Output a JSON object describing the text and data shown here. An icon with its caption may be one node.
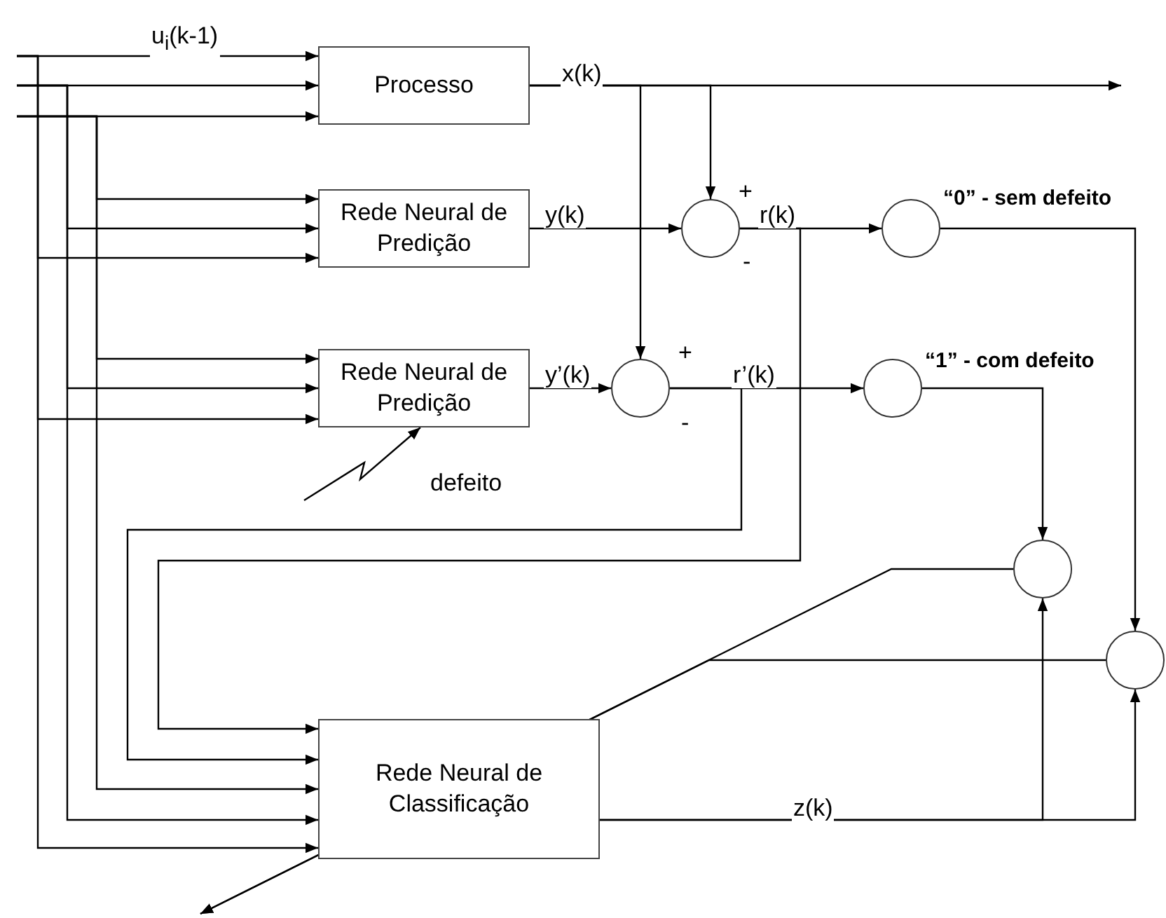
{
  "diagram": {
    "nodes": [
      {
        "text": [
          "Processo"
        ]
      },
      {
        "text": [
          "Rede Neural de Predição"
        ]
      },
      {
        "text": [],
        "shape": "circle"
      },
      {
        "text": [],
        "shape": "circle",
        "beside": [
          "“0” - sem defeito"
        ]
      },
      {
        "text": [
          "Rede Neural de Predição"
        ]
      },
      {
        "text": [],
        "shape": "circle"
      },
      {
        "text": [],
        "shape": "circle",
        "beside": [
          "“1” - com defeito"
        ]
      },
      {
        "text": [],
        "shape": "circle"
      },
      {
        "text": [],
        "shape": "circle"
      },
      {
        "text": [
          "Rede Neural de Classificação"
        ]
      }
    ],
    "edges": [
      {
        "from": null,
        "to": 0,
        "arrow": "to",
        "label": "u$_{i}$(k-1)"
      },
      {
        "from": null,
        "to": 0,
        "arrow": "to"
      },
      {
        "from": null,
        "to": 0,
        "arrow": "to"
      },
      {
        "from": null,
        "to": 1,
        "arrow": "to"
      },
      {
        "from": null,
        "to": 1,
        "arrow": "to"
      },
      {
        "from": null,
        "to": 1,
        "arrow": "to"
      },
      {
        "from": null,
        "to": 4,
        "arrow": "to"
      },
      {
        "from": null,
        "to": 4,
        "arrow": "to"
      },
      {
        "from": null,
        "to": 4,
        "arrow": "to"
      },
      {
        "from": null,
        "to": 9,
        "arrow": "to"
      },
      {
        "from": null,
        "to": 9,
        "arrow": "to"
      },
      {
        "from": null,
        "to": 9,
        "arrow": "to"
      },
      {
        "from": 0,
        "to": null,
        "arrow": "to",
        "label": "x(k)"
      },
      {
        "from": 0,
        "to": 2,
        "arrow": "to"
      },
      {
        "from": 0,
        "to": 5,
        "arrow": "to"
      },
      {
        "from": 1,
        "to": 2,
        "arrow": "to",
        "label": "y(k)"
      },
      {
        "from": 4,
        "to": 5,
        "arrow": "to",
        "label": "y’(k)"
      },
      {
        "from": 2,
        "to": 3,
        "arrow": "to",
        "label": "r(k)"
      },
      {
        "from": 2,
        "to": 9,
        "arrow": "to"
      },
      {
        "from": 5,
        "to": 6,
        "arrow": "to",
        "label": "r’(k)"
      },
      {
        "from": 5,
        "to": 9,
        "arrow": "to"
      },
      {
        "from": 3,
        "to": 8,
        "arrow": "to"
      },
      {
        "from": 6,
        "to": 7,
        "arrow": "to"
      },
      {
        "from": 9,
        "to": 7,
        "arrow": "to",
        "label": "z(k)"
      },
      {
        "from": 9,
        "to": 8,
        "arrow": "to"
      },
      {
        "from": 7,
        "to": null,
        "arrow": "to"
      },
      {
        "from": 8,
        "to": null,
        "arrow": "to"
      },
      {
        "from": null,
        "to": 4,
        "arrow": "to",
        "label": "defeito"
      }
    ],
    "labels": [
      "+",
      "-",
      "+",
      "-"
    ]
  }
}
